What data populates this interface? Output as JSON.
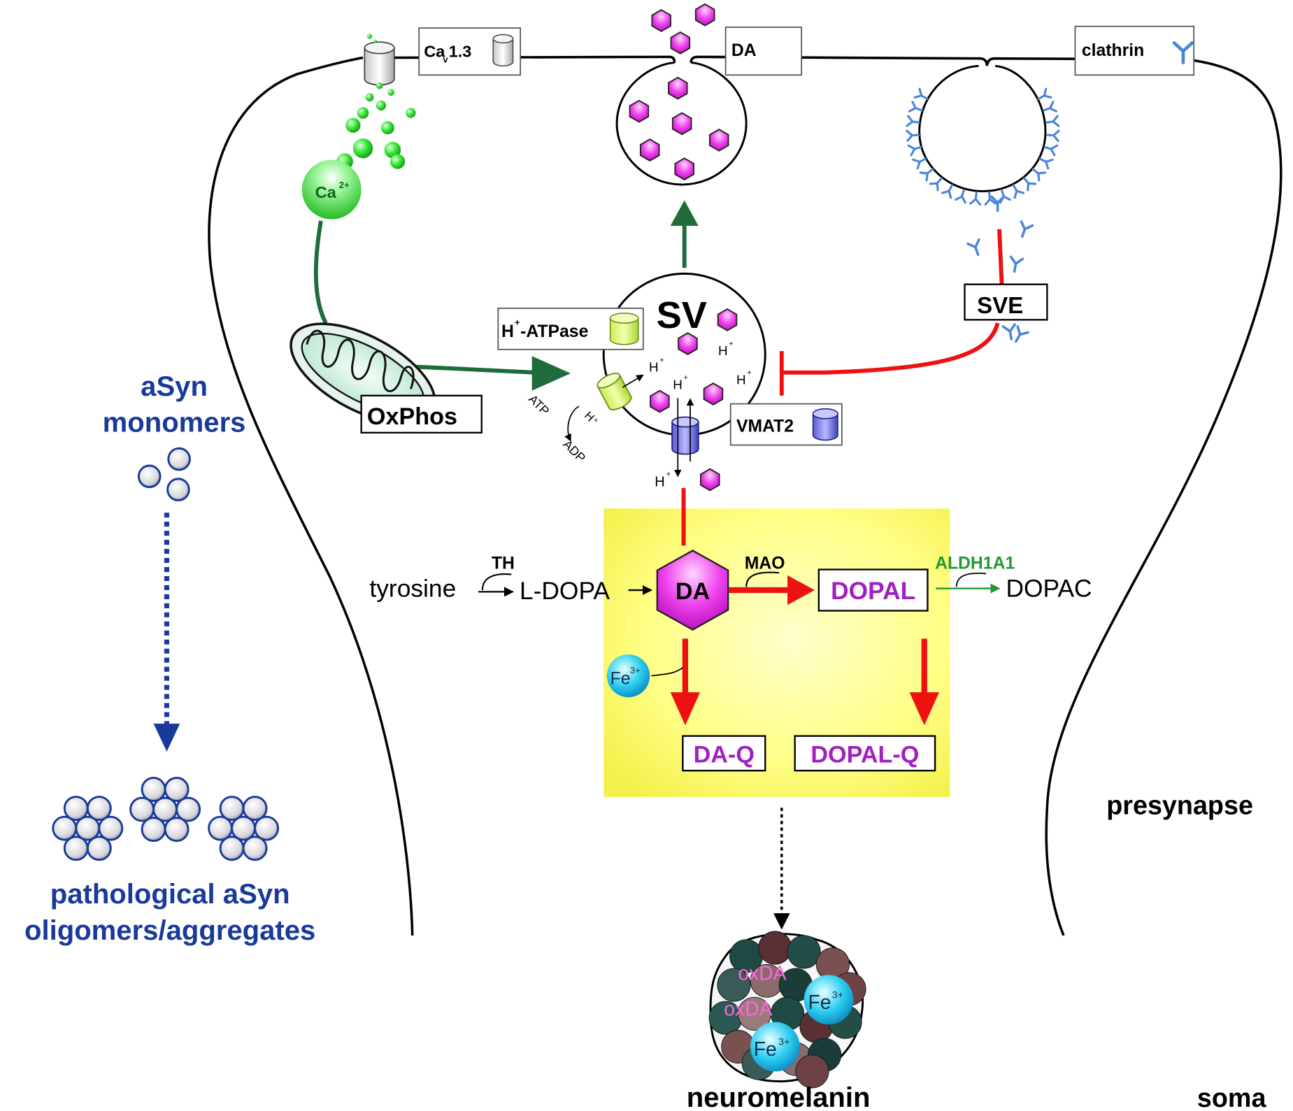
{
  "labels": {
    "cav_main": "Ca",
    "cav_sub": "v",
    "cav_tail": "1.3",
    "da_box": "DA",
    "clathrin": "clathrin",
    "ca_main": "Ca",
    "ca_sup": "2+",
    "sv": "SV",
    "sve": "SVE",
    "h_atpase_main": "H",
    "h_atpase_sup": "+",
    "h_atpase_tail": "-ATPase",
    "oxphos": "OxPhos",
    "vmat2": "VMAT2",
    "h": "H",
    "plus": "+",
    "atp": "ATP",
    "adp": "ADP",
    "asyn_monomers_1": "aSyn",
    "asyn_monomers_2": "monomers",
    "pathological_1": "pathological aSyn",
    "pathological_2": "oligomers/aggregates",
    "tyrosine": "tyrosine",
    "th": "TH",
    "ldopa": "L-DOPA",
    "da_center": "DA",
    "mao": "MAO",
    "dopal": "DOPAL",
    "aldh": "ALDH1A1",
    "dopac": "DOPAC",
    "fe_main": "Fe",
    "fe_sup": "3+",
    "daq": "DA-Q",
    "dopalq": "DOPAL-Q",
    "oxda": "oxDA",
    "neuromelanin": "neuromelanin",
    "presynapse": "presynapse",
    "soma": "soma"
  },
  "colors": {
    "magenta": "#e020e0",
    "purple_text": "#a020c0",
    "dark_green": "#1f6b3a",
    "bright_green": "#22dd22",
    "red": "#ee1111",
    "blue_text": "#1a3a9a",
    "clathrin_blue": "#4a86d8",
    "yellow": "#ffff66",
    "aldh_green": "#229933"
  }
}
